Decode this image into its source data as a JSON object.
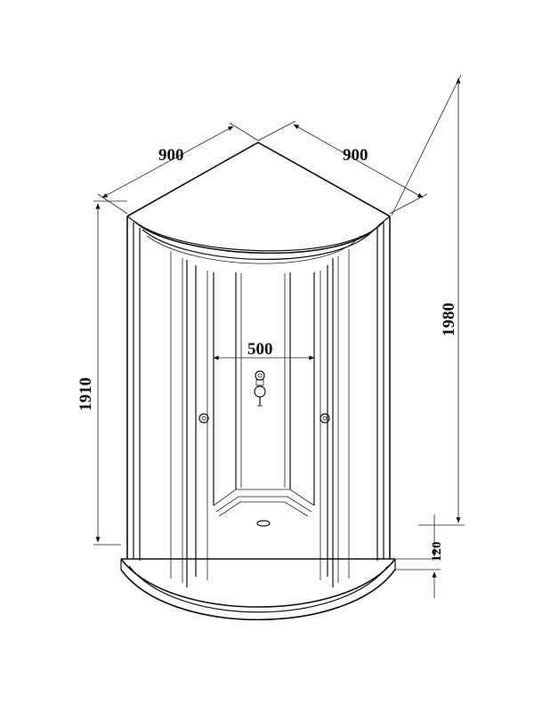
{
  "dimensions": {
    "width_left": "900",
    "width_right": "900",
    "door_opening": "500",
    "height_cabin": "1910",
    "height_total": "1980",
    "tray_height": "120"
  },
  "colors": {
    "line": "#111111",
    "background": "#ffffff"
  }
}
